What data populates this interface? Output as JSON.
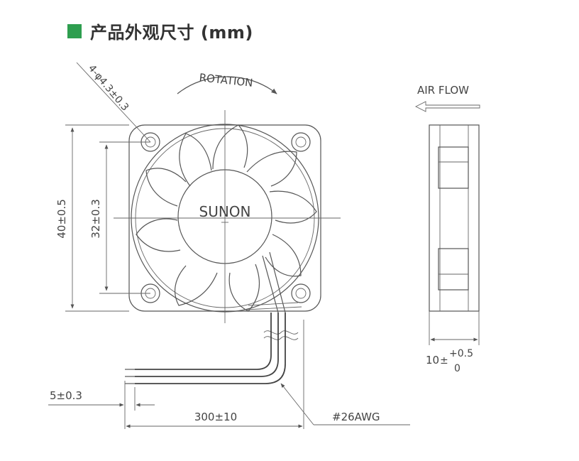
{
  "header": {
    "title": "产品外观尺寸 (mm)"
  },
  "front_view": {
    "hole_callout": "4-φ4.3±0.3",
    "rotation_label": "ROTATION",
    "brand": "SUNON",
    "outer_dim": "40±0.5",
    "hole_dim": "32±0.3"
  },
  "side_view": {
    "airflow_label": "AIR FLOW",
    "thickness_base": "10",
    "thickness_plus": "+0.5",
    "thickness_minus": "0"
  },
  "cable": {
    "strip_dim": "5±0.3",
    "length_dim": "300±10",
    "wire_gauge": "#26AWG"
  },
  "colors": {
    "title_square": "#2e9e4f",
    "line": "#555555"
  }
}
